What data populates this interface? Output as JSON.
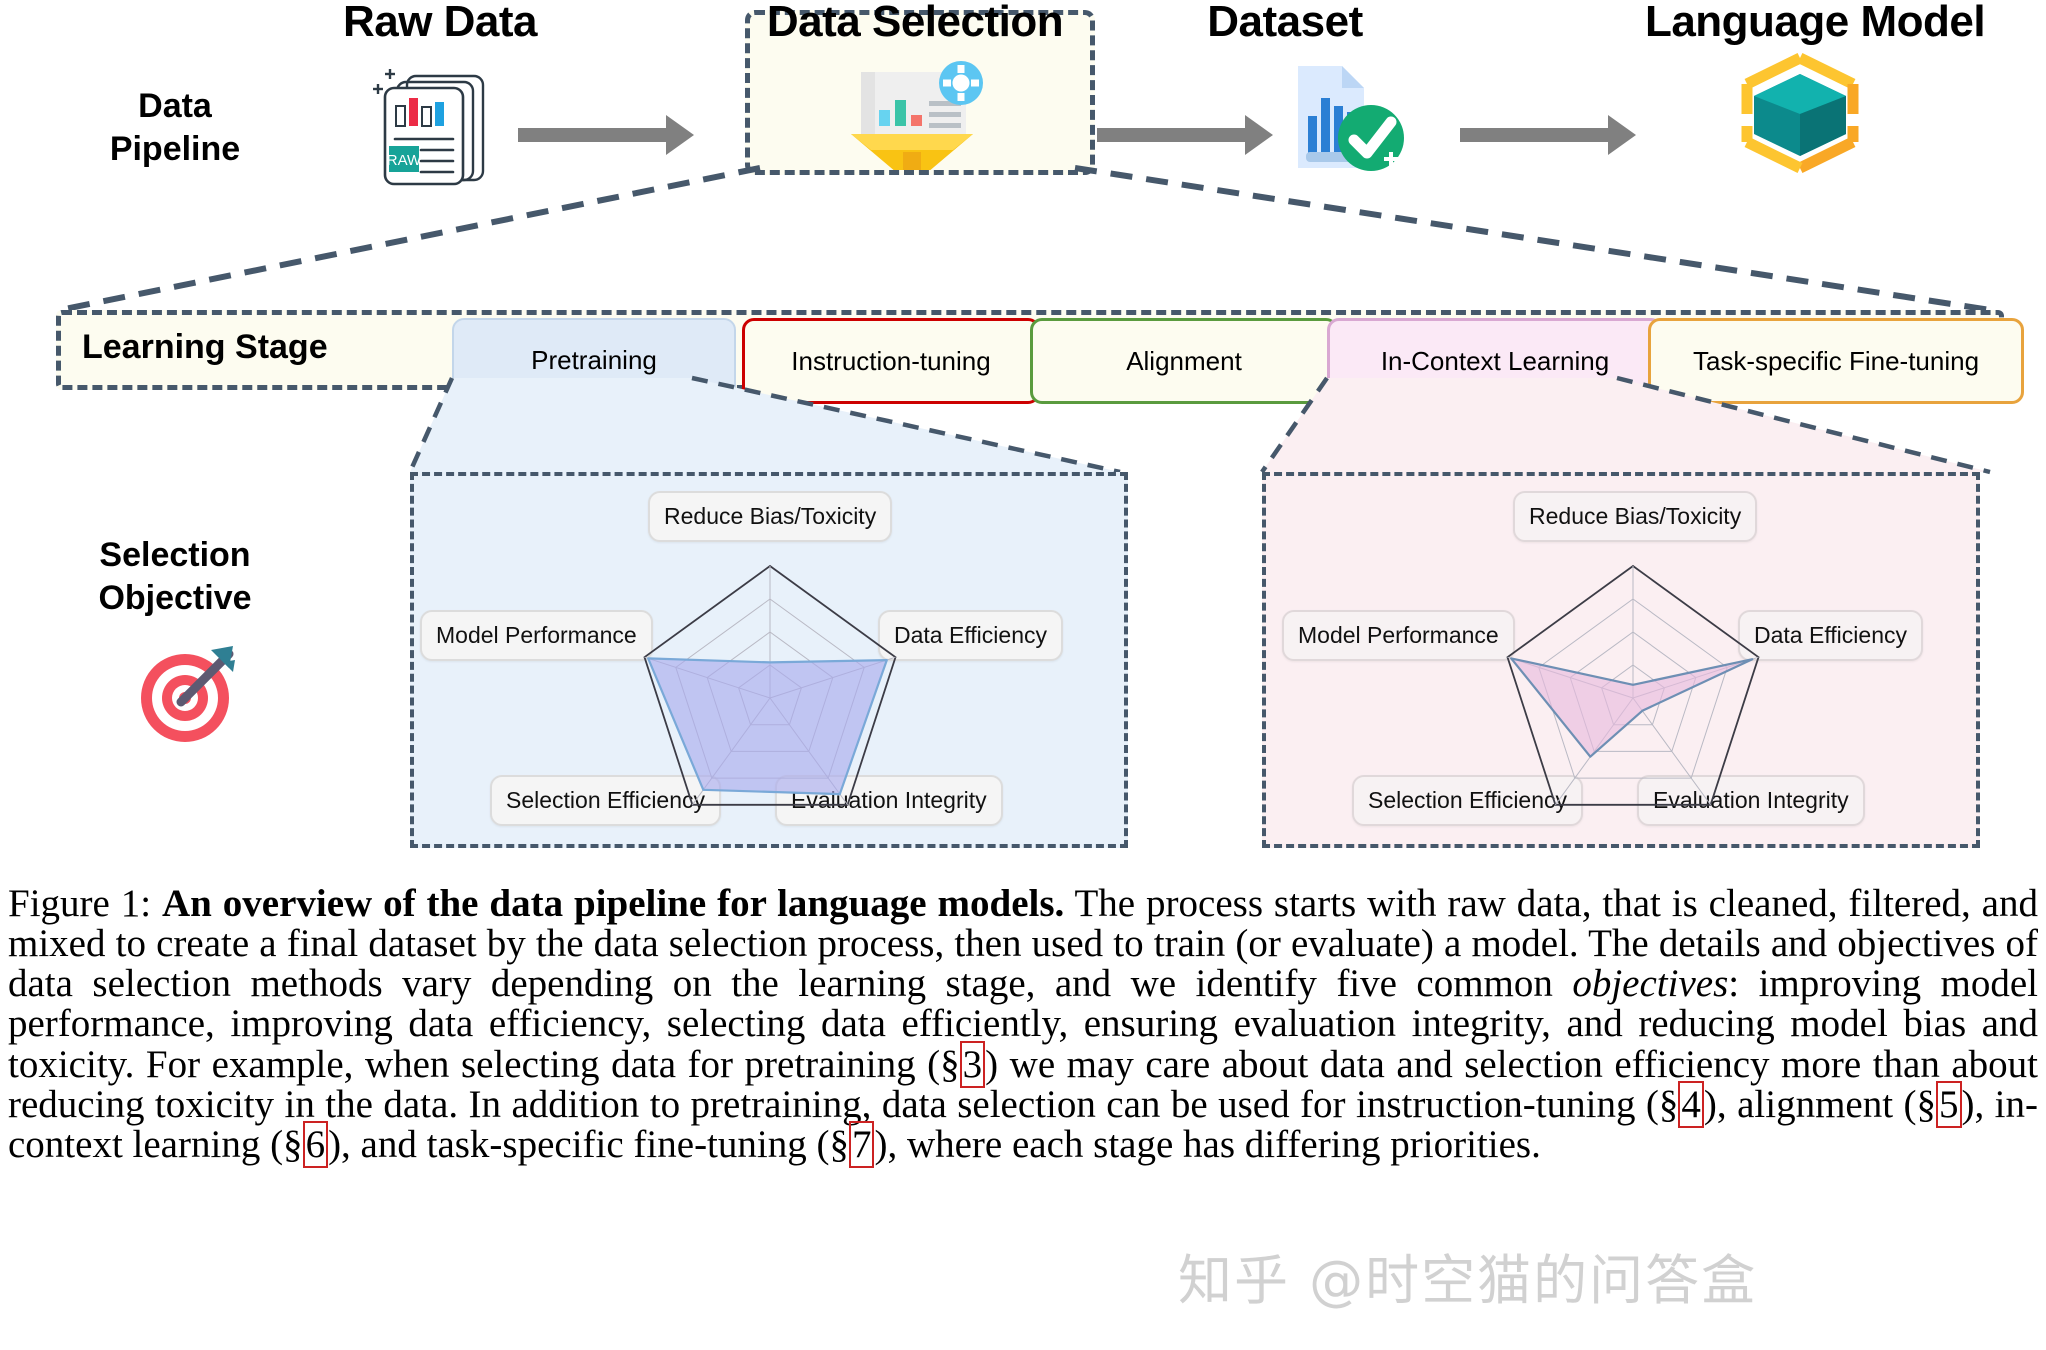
{
  "pipeline": {
    "row_label": "Data\nPipeline",
    "stages": [
      {
        "id": "raw-data",
        "title": "Raw Data",
        "icon": "raw-data-document-icon"
      },
      {
        "id": "data-selection",
        "title": "Data Selection",
        "icon": "funnel-filter-icon"
      },
      {
        "id": "dataset",
        "title": "Dataset",
        "icon": "dataset-check-icon"
      },
      {
        "id": "language-model",
        "title": "Language Model",
        "icon": "language-model-cube-icon"
      }
    ]
  },
  "learning_stage": {
    "label": "Learning Stage",
    "tags": [
      {
        "id": "pretraining",
        "label": "Pretraining",
        "border": "#c3d6ea",
        "bg": "#dfeaf7"
      },
      {
        "id": "instruction-tuning",
        "label": "Instruction-tuning",
        "border": "#cc0000",
        "bg": "#fdfcf0"
      },
      {
        "id": "alignment",
        "label": "Alignment",
        "border": "#5a9b3e",
        "bg": "#fdfcf0"
      },
      {
        "id": "in-context-learning",
        "label": "In-Context Learning",
        "border": "#d9a8d2",
        "bg": "#fbe9f6"
      },
      {
        "id": "task-specific-fine-tuning",
        "label": "Task-specific Fine-tuning",
        "border": "#e8a33d",
        "bg": "#fdfcf0"
      }
    ]
  },
  "selection_objective": {
    "row_label": "Selection\nObjective",
    "icon": "target-dartboard-icon"
  },
  "chart_data": [
    {
      "id": "pretraining-objectives-radar",
      "type": "radar",
      "title": "Pretraining selection objectives",
      "categories": [
        "Reduce Bias/Toxicity",
        "Data Efficiency",
        "Evaluation Integrity",
        "Selection Efficiency",
        "Model  Performance"
      ],
      "values": [
        0.27,
        0.93,
        0.9,
        0.86,
        0.97
      ],
      "rlim": [
        0,
        1
      ],
      "rings": 4,
      "fill_color": "#a8aaee",
      "stroke_color": "#7aa9d8",
      "panel_color": "#e8f1fa",
      "grid": true,
      "legend": "none"
    },
    {
      "id": "in-context-learning-objectives-radar",
      "type": "radar",
      "title": "In-Context Learning selection objectives",
      "categories": [
        "Reduce Bias/Toxicity",
        "Data Efficiency",
        "Evaluation Integrity",
        "Selection Efficiency",
        "Model  Performance"
      ],
      "values": [
        0.1,
        0.95,
        0.12,
        0.55,
        0.97
      ],
      "rlim": [
        0,
        1
      ],
      "rings": 4,
      "fill_color": "#e7b9dd",
      "stroke_color": "#6e8fb4",
      "panel_color": "#fbeff2",
      "grid": true,
      "legend": "none"
    }
  ],
  "objective_labels": [
    "Reduce Bias/Toxicity",
    "Model  Performance",
    "Data Efficiency",
    "Selection Efficiency",
    "Evaluation Integrity"
  ],
  "caption": {
    "figure_label": "Figure 1:",
    "bold_lead": "An overview of the data pipeline for language models.",
    "part1": " The process starts with raw data, that is cleaned, filtered, and mixed to create a final dataset by the data selection process, then used to train (or evaluate) a model. The details and objectives of data selection methods vary depending on the learning stage, and we identify five common ",
    "italic_word": "objectives",
    "part2": ": improving model performance, improving data efficiency, selecting data efficiently, ensuring evaluation integrity, and reducing model bias and toxicity. For example, when selecting data for pretraining (§",
    "ref3": "3",
    "part3": ") we may care about data and selection efficiency more than about reducing toxicity in the data. In addition to pretraining, data selection can be used for instruction-tuning (§",
    "ref4": "4",
    "part4": "), alignment (§",
    "ref5": "5",
    "part5": "), in-context learning (§",
    "ref6": "6",
    "part6": "), and task-specific fine-tuning (§",
    "ref7": "7",
    "part7": "), where each stage has differing priorities."
  },
  "watermark": {
    "text": "知乎 @时空猫的问答盒"
  }
}
